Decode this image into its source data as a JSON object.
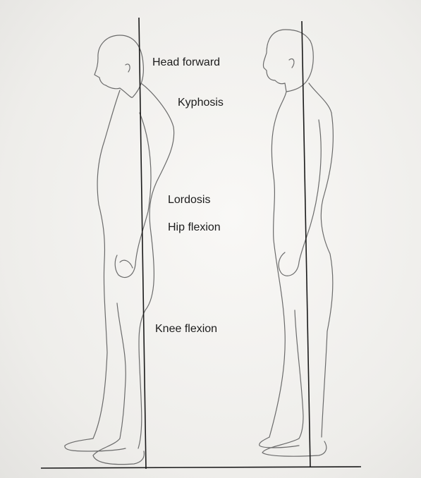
{
  "labels": {
    "head_forward": "Head forward",
    "kyphosis": "Kyphosis",
    "lordosis": "Lordosis",
    "hip_flexion": "Hip flexion",
    "knee_flexion": "Knee flexion"
  },
  "colors": {
    "line": "#1a1a1a",
    "outline": "#6b6b6b",
    "paper": "#f4f3f1"
  }
}
